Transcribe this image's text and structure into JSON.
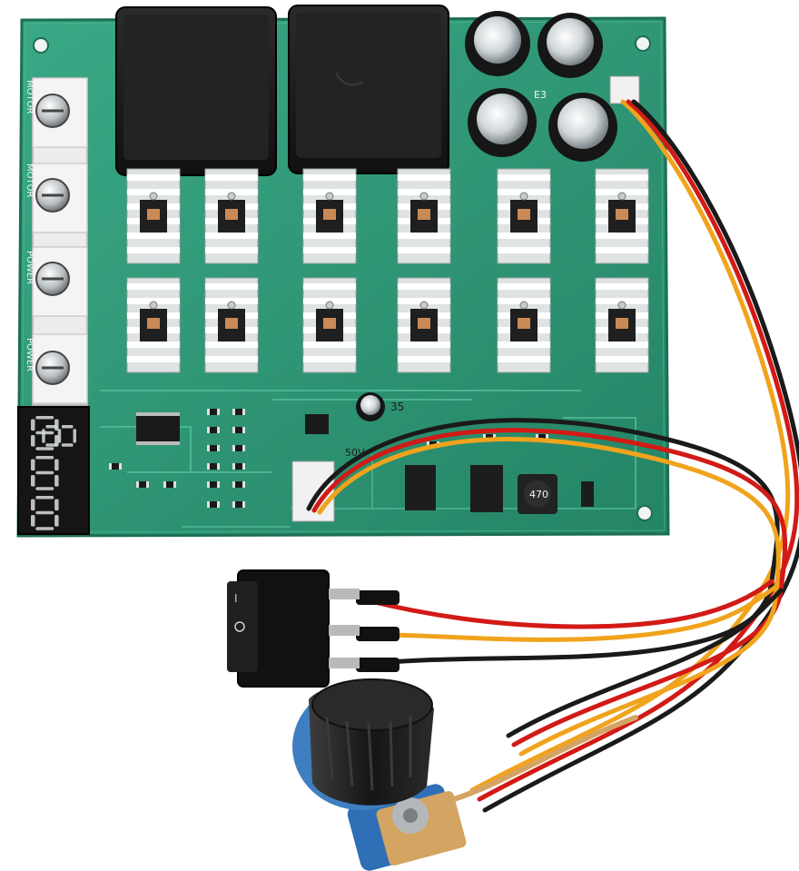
{
  "image": {
    "kind": "product-photo",
    "subject": "PWM DC motor speed controller board with digital display, rocker switch and potentiometer knob"
  },
  "pcb_labels": {
    "terminal_1": "MOTOR",
    "terminal_2": "MOTOR",
    "terminal_3": "POWER",
    "terminal_4": "POWER",
    "cap_marking": "35",
    "cap_marking_2": "50V",
    "inductor_marking": "470",
    "small_marking": "E3"
  },
  "display": {
    "digits": [
      "8",
      "8",
      "8"
    ],
    "segment_color": "#d8ded8"
  },
  "colors": {
    "pcb": "#2f9a77",
    "wire_red": "#d21a16",
    "wire_yellow": "#f0a31c",
    "wire_black": "#1a1a1a",
    "heatsink": "#e9ecec",
    "potentiometer_body": "#3f7fc1"
  }
}
